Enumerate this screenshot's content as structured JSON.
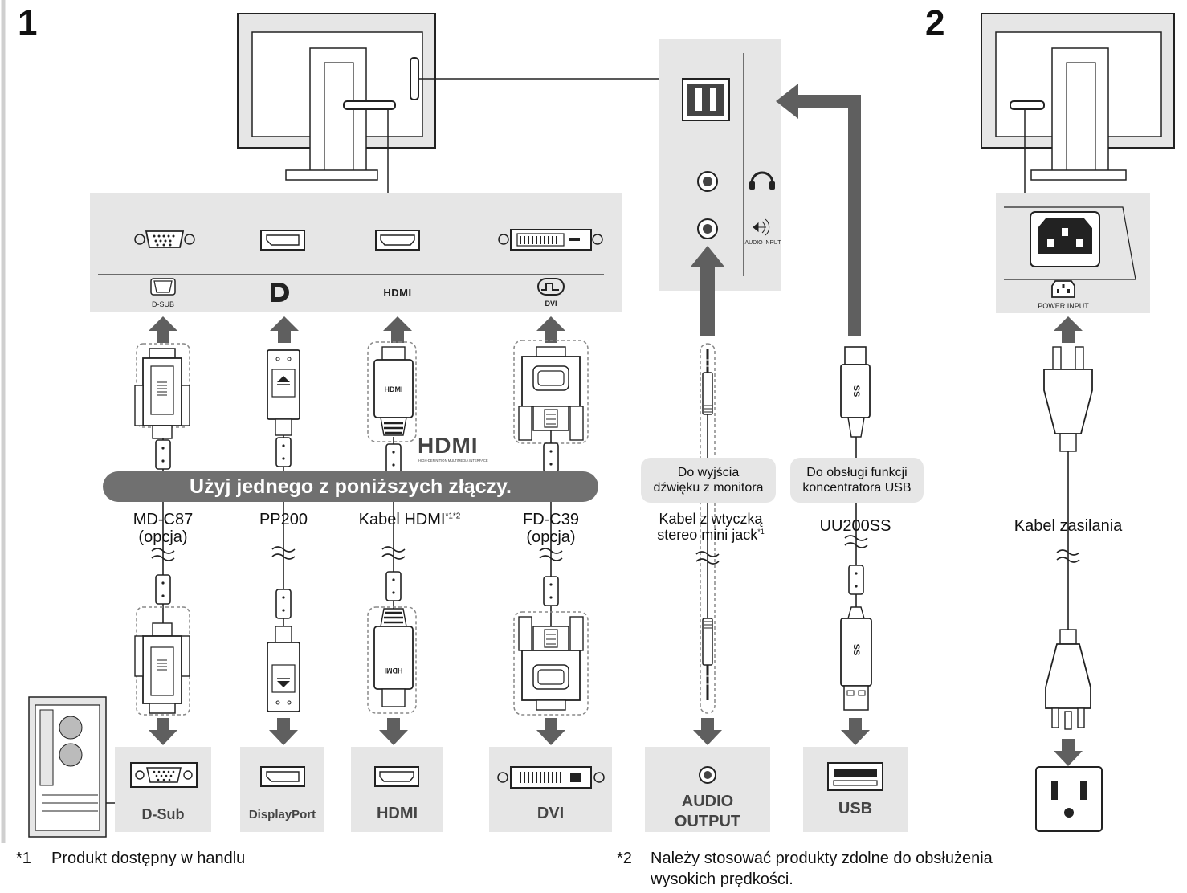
{
  "steps": {
    "one": "1",
    "two": "2"
  },
  "monitor_ports": {
    "dsub": "D-SUB",
    "dp_icon": "displayport-logo",
    "hdmi": "HDMI",
    "dvi": "DVI"
  },
  "audio_panel": {
    "audio_input": "AUDIO INPUT"
  },
  "power_panel": {
    "power_input": "POWER INPUT"
  },
  "hdmi_logo": {
    "text": "HDMI",
    "tagline": "HIGH-DEFINITION MULTIMEDIA INTERFACE"
  },
  "banner": "Użyj jednego z poniższych złączy.",
  "cables": {
    "mdc87": {
      "name": "MD-C87",
      "note": "(opcja)"
    },
    "pp200": {
      "name": "PP200"
    },
    "hdmi": {
      "name": "Kabel HDMI",
      "sup": "*1*2"
    },
    "fdc39": {
      "name": "FD-C39",
      "note": "(opcja)"
    },
    "audio": {
      "line1": "Kabel z wtyczką",
      "line2": "stereo mini jack",
      "sup": "*1"
    },
    "usb": {
      "name": "UU200SS"
    },
    "power": {
      "name": "Kabel zasilania"
    }
  },
  "purpose": {
    "audio": {
      "line1": "Do wyjścia",
      "line2": "dźwięku z monitora"
    },
    "usb": {
      "line1": "Do obsługi funkcji",
      "line2": "koncentratora USB"
    }
  },
  "pc_ports": {
    "dsub": "D-Sub",
    "displayport": "DisplayPort",
    "hdmi": "HDMI",
    "dvi": "DVI",
    "audio_line1": "AUDIO",
    "audio_line2": "OUTPUT",
    "usb": "USB"
  },
  "footnotes": {
    "n1_mark": "*1",
    "n1_text": "Produkt dostępny w handlu",
    "n2_mark": "*2",
    "n2_line1": "Należy stosować produkty zdolne do obsłużenia",
    "n2_line2": "wysokich prędkości."
  },
  "colors": {
    "panel": "#e6e6e6",
    "arrow": "#5f5f5f",
    "banner": "#707070",
    "dashed": "#888888"
  }
}
